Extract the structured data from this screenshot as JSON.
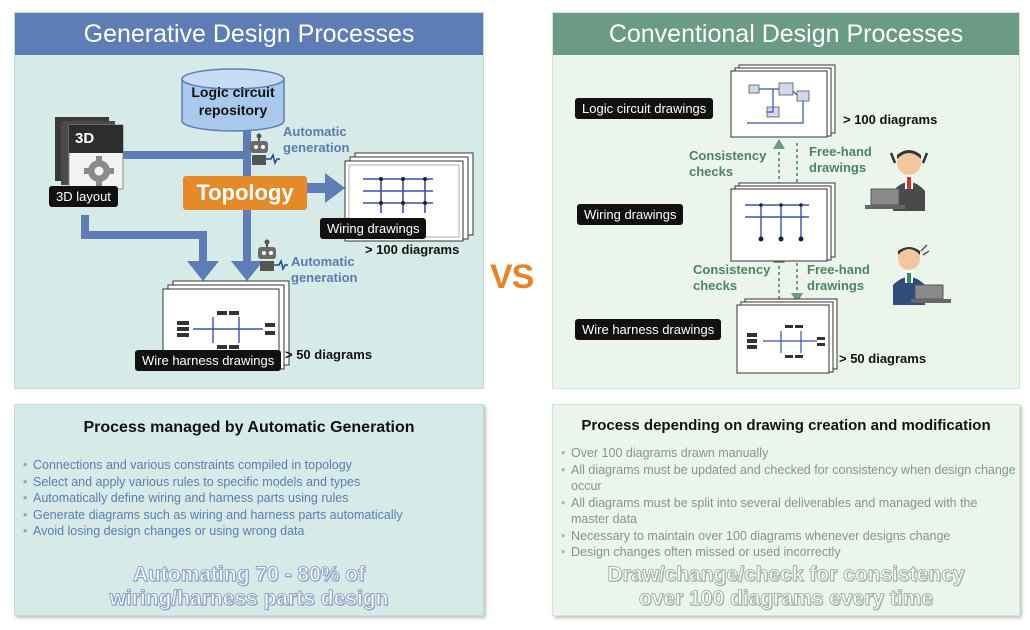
{
  "generative": {
    "header": "Generative Design Processes",
    "repository_label": "Logic circuit repository",
    "layout_label": "3D layout",
    "layout_icon_text": "3D",
    "topology_label": "Topology",
    "auto_gen_1": "Automatic generation",
    "auto_gen_2": "Automatic generation",
    "wiring_label": "Wiring drawings",
    "wiring_count": "> 100 diagrams",
    "harness_label": "Wire harness drawings",
    "harness_count": "> 50 diagrams"
  },
  "vs_label": "VS",
  "conventional": {
    "header": "Conventional Design Processes",
    "logic_label": "Logic circuit drawings",
    "logic_count": "> 100 diagrams",
    "wiring_label": "Wiring drawings",
    "harness_label": "Wire harness drawings",
    "harness_count": "> 50 diagrams",
    "consistency_1": "Consistency checks",
    "consistency_2": "Consistency checks",
    "freehand_1": "Free-hand drawings",
    "freehand_2": "Free-hand drawings"
  },
  "gen_summary": {
    "title": "Process managed by Automatic Generation",
    "bullets": [
      "Connections and various constraints compiled in topology",
      "Select and apply various rules to specific models and types",
      "Automatically define wiring and harness parts using rules",
      "Generate diagrams such as wiring and harness parts automatically",
      "Avoid losing design changes or using wrong data"
    ],
    "highlight_1": "Automating 70 - 80% of",
    "highlight_2": "wiring/harness parts design"
  },
  "con_summary": {
    "title": "Process depending on drawing creation and modification",
    "bullets": [
      "Over 100 diagrams drawn manually",
      "All diagrams must be updated and checked for consistency when design change occur",
      "All diagrams must be split into several deliverables and managed with the master data",
      "Necessary to maintain over 100 diagrams whenever designs change",
      "Design changes often missed or used incorrectly"
    ],
    "highlight_1": "Draw/change/check for consistency",
    "highlight_2": "over 100 diagrams every time"
  },
  "colors": {
    "gen_header": "#5e7db5",
    "con_header": "#6b9a86",
    "arrow_blue": "#5e7db5",
    "topology_orange": "#e58a29",
    "vs_orange": "#e7832b",
    "dotted_green": "#6b9a86"
  },
  "icons": [
    "database-icon",
    "3d-document-icon",
    "gear-icon",
    "robot-icon",
    "drawing-sheet-icon",
    "stressed-engineer-icon",
    "laptop-icon",
    "arrow-icon"
  ]
}
